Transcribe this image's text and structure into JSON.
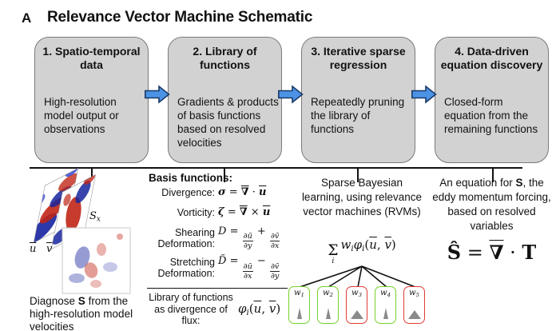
{
  "header": {
    "panel_label": "A",
    "title": "Relevance Vector Machine Schematic"
  },
  "colors": {
    "box_fill": "#d2d2d2",
    "box_border": "#7a7a7a",
    "arrow_fill": "#4c93e6",
    "arrow_stroke": "#1b3a66",
    "kept_green": "#76d22b",
    "pruned_red": "#e03c34",
    "dist_gray": "#8a8a8a",
    "line_black": "#111111"
  },
  "steps": [
    {
      "title": "1. Spatio-temporal data",
      "body": "High-resolution model output or observations"
    },
    {
      "title": "2. Library of functions",
      "body": "Gradients & products of basis functions based on resolved velocities"
    },
    {
      "title": "3. Iterative sparse regression",
      "body": "Repeatedly pruning the library of functions"
    },
    {
      "title": "4. Data-driven equation discovery",
      "body": "Closed-form equation from the remaining functions"
    }
  ],
  "stage1": {
    "u_label": [
      {
        "t": "u",
        "ol": 1
      }
    ],
    "v_label": [
      {
        "t": "v",
        "ol": 1
      }
    ],
    "sx_label": [
      {
        "t": "S"
      },
      {
        "t": "x",
        "sub": 1
      }
    ],
    "caption": {
      "pre": "Diagnose ",
      "bold": "S",
      "post": " from the high-resolution model velocities"
    }
  },
  "stage2": {
    "heading": "Basis functions:",
    "rows": [
      {
        "label": "Divergence:",
        "math": [
          {
            "t": "σ",
            "b": 1
          },
          {
            "t": " = ",
            "r": 1
          },
          {
            "t": "∇",
            "ol": 1,
            "b": 1
          },
          {
            "t": " · ",
            "r": 1
          },
          {
            "t": "u",
            "ol": 1,
            "b": 1
          }
        ]
      },
      {
        "label": "Vorticity:",
        "math": [
          {
            "t": "ζ",
            "b": 1
          },
          {
            "t": " = ",
            "r": 1
          },
          {
            "t": "∇",
            "ol": 1,
            "b": 1
          },
          {
            "t": " × ",
            "r": 1
          },
          {
            "t": "u",
            "ol": 1,
            "b": 1
          }
        ]
      },
      {
        "label": "Shearing Deformation:",
        "math": [
          {
            "t": "D"
          },
          {
            "t": " = ",
            "r": 1
          },
          {
            "frac": {
              "n": "∂ū",
              "d": "∂y"
            }
          },
          {
            "t": " + ",
            "r": 1
          },
          {
            "frac": {
              "n": "∂v̄",
              "d": "∂x"
            }
          }
        ]
      },
      {
        "label": "Stretching Deformation:",
        "math": [
          {
            "t": "D̃"
          },
          {
            "t": " = ",
            "r": 1
          },
          {
            "frac": {
              "n": "∂ū",
              "d": "∂x"
            }
          },
          {
            "t": " − ",
            "r": 1
          },
          {
            "frac": {
              "n": "∂v̄",
              "d": "∂y"
            }
          }
        ]
      }
    ],
    "library_label": "Library of functions as divergence of flux:",
    "library_math": [
      {
        "t": "φ"
      },
      {
        "t": "i",
        "sub": 1
      },
      {
        "t": "(",
        "r": 1
      },
      {
        "t": "u",
        "ol": 1
      },
      {
        "t": ", ",
        "r": 1
      },
      {
        "t": "v",
        "ol": 1
      },
      {
        "t": ")",
        "r": 1
      }
    ]
  },
  "stage3": {
    "text": "Sparse Bayesian learning, using relevance vector machines (RVMs)",
    "sum_math": [
      {
        "sum": 1,
        "under": "i"
      },
      {
        "t": "w"
      },
      {
        "t": "i",
        "sub": 1
      },
      {
        "t": "φ"
      },
      {
        "t": "i",
        "sub": 1
      },
      {
        "t": "(",
        "r": 1
      },
      {
        "t": "u",
        "ol": 1
      },
      {
        "t": ", ",
        "r": 1
      },
      {
        "t": "v",
        "ol": 1
      },
      {
        "t": ")",
        "r": 1
      }
    ],
    "weights": [
      {
        "label": [
          {
            "t": "w"
          },
          {
            "t": "1",
            "sub": 1
          }
        ],
        "status": "kept",
        "border": "#76d22b",
        "dist": "narrow"
      },
      {
        "label": [
          {
            "t": "w"
          },
          {
            "t": "2",
            "sub": 1
          }
        ],
        "status": "kept",
        "border": "#76d22b",
        "dist": "narrow"
      },
      {
        "label": [
          {
            "t": "w"
          },
          {
            "t": "3",
            "sub": 1
          }
        ],
        "status": "pruned",
        "border": "#e03c34",
        "dist": "wide"
      },
      {
        "label": [
          {
            "t": "w"
          },
          {
            "t": "4",
            "sub": 1
          }
        ],
        "status": "kept",
        "border": "#76d22b",
        "dist": "narrow"
      },
      {
        "label": [
          {
            "t": "w"
          },
          {
            "t": "5",
            "sub": 1
          }
        ],
        "status": "pruned",
        "border": "#e03c34",
        "dist": "wide"
      }
    ]
  },
  "stage4": {
    "caption": {
      "pre": "An equation for ",
      "bold": "S",
      "post": ", the eddy momentum forcing, based on resolved variables"
    },
    "equation": [
      {
        "t": "Ŝ",
        "b": 1,
        "r": 1
      },
      {
        "t": " = ",
        "r": 1
      },
      {
        "t": "∇",
        "ol": 1,
        "b": 1
      },
      {
        "t": " · ",
        "r": 1
      },
      {
        "t": "T",
        "b": 1,
        "r": 1
      }
    ]
  }
}
